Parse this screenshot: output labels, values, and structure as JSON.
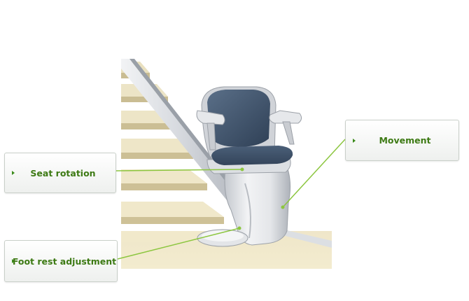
{
  "callouts": {
    "movement": "Movement",
    "seat_rotation": "Seat rotation",
    "foot_rest_adjustment": "Foot rest adjustment"
  },
  "colors": {
    "label_text": "#3d7a14",
    "leader_line": "#8cc63f",
    "chair_seat": "#3c4f66",
    "chair_body": "#d4d7dc"
  },
  "icons": {
    "callout_bullet": "triangle-right-icon",
    "leader_dot": "dot-icon"
  }
}
